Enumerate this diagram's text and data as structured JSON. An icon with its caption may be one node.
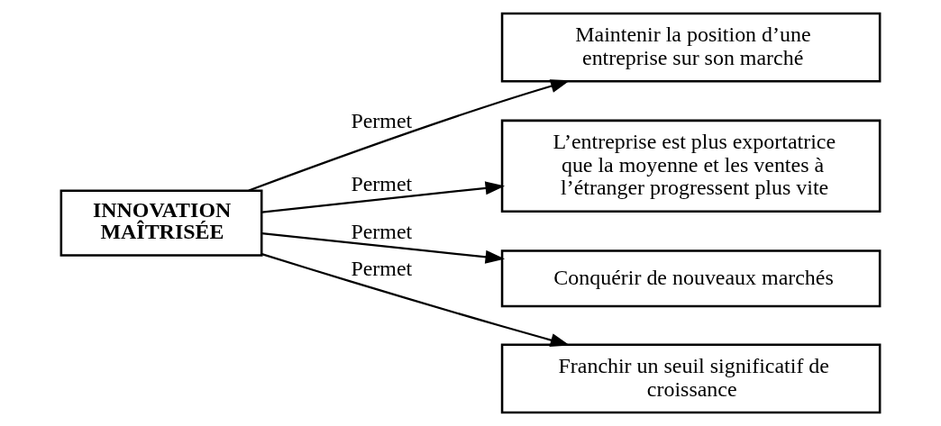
{
  "diagram": {
    "nodes": [
      {
        "text": [
          "INNOVATION MAÎTRISÉE"
        ]
      },
      {
        "text": [
          "Maintenir la position d’une entreprise sur son marché"
        ]
      },
      {
        "text": [
          "L’entreprise est plus exportatrice que la moyenne et les ventes à l’étranger progressent plus vite"
        ]
      },
      {
        "text": [
          "Conquérir de nouveaux marchés"
        ]
      },
      {
        "text": [
          "Franchir un seuil significatif de croissance"
        ]
      }
    ],
    "edges": [
      {
        "from": 0,
        "to": 1,
        "arrow": "to",
        "label": "Permet"
      },
      {
        "from": 0,
        "to": 2,
        "arrow": "to",
        "label": "Permet"
      },
      {
        "from": 0,
        "to": 3,
        "arrow": "to",
        "label": "Permet"
      },
      {
        "from": 0,
        "to": 4,
        "arrow": "to",
        "label": "Permet"
      }
    ]
  }
}
